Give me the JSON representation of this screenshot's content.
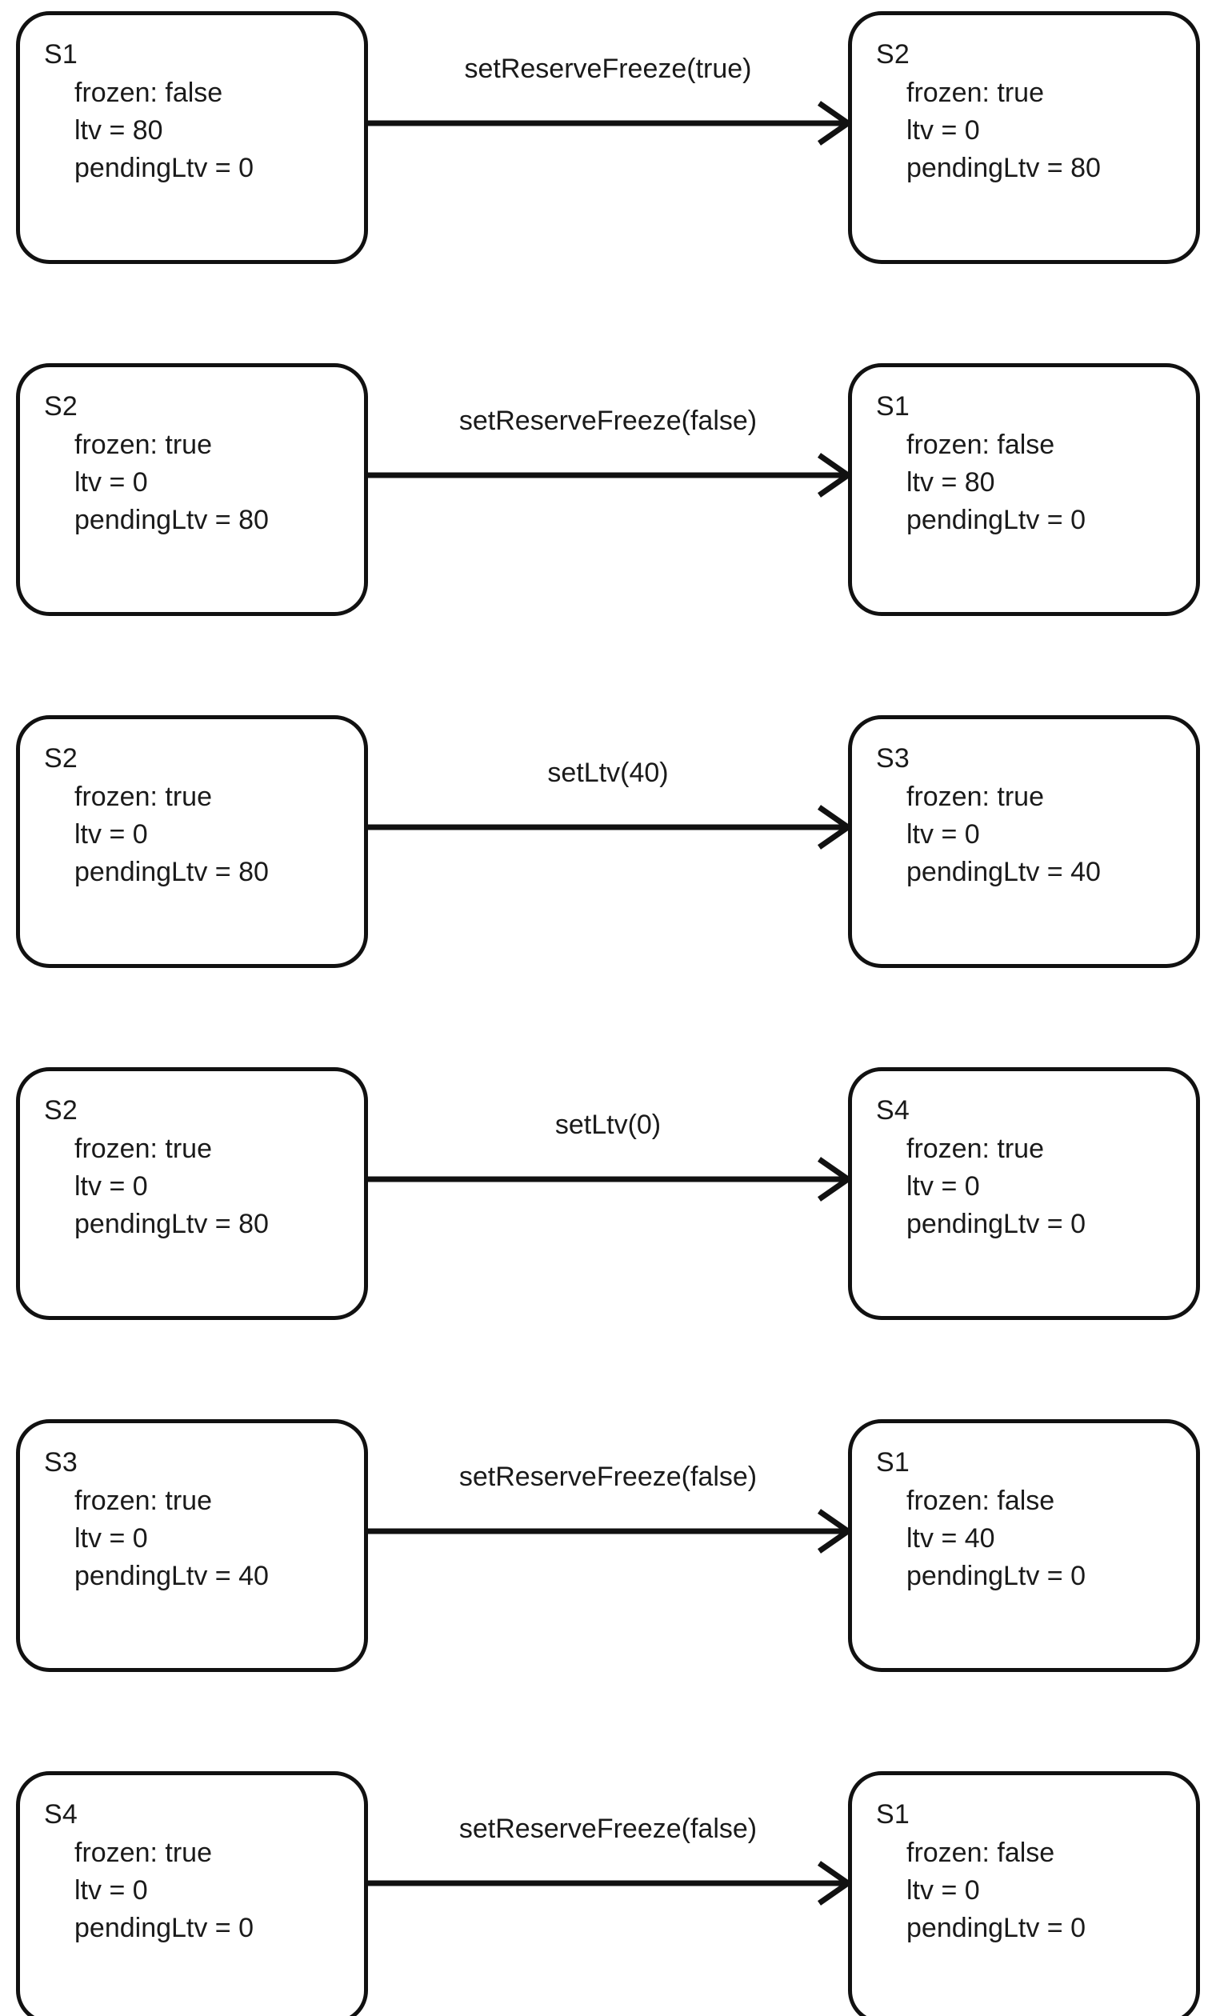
{
  "diagram": {
    "type": "state-transition-diagram",
    "title": "",
    "background_color": "#ffffff",
    "stroke_color": "#111111",
    "text_color": "#1a1a1a",
    "arrowhead_style": "open-v",
    "transitions": [
      {
        "label": "setReserveFreeze(true)",
        "from": {
          "name": "S1",
          "attrs": [
            "frozen: false",
            "ltv = 80",
            "pendingLtv = 0"
          ]
        },
        "to": {
          "name": "S2",
          "attrs": [
            "frozen: true",
            "ltv = 0",
            "pendingLtv = 80"
          ]
        }
      },
      {
        "label": "setReserveFreeze(false)",
        "from": {
          "name": "S2",
          "attrs": [
            "frozen: true",
            "ltv = 0",
            "pendingLtv = 80"
          ]
        },
        "to": {
          "name": "S1",
          "attrs": [
            "frozen: false",
            "ltv = 80",
            "pendingLtv = 0"
          ]
        }
      },
      {
        "label": "setLtv(40)",
        "from": {
          "name": "S2",
          "attrs": [
            "frozen: true",
            "ltv = 0",
            "pendingLtv = 80"
          ]
        },
        "to": {
          "name": "S3",
          "attrs": [
            "frozen: true",
            "ltv = 0",
            "pendingLtv = 40"
          ]
        }
      },
      {
        "label": "setLtv(0)",
        "from": {
          "name": "S2",
          "attrs": [
            "frozen: true",
            "ltv = 0",
            "pendingLtv = 80"
          ]
        },
        "to": {
          "name": "S4",
          "attrs": [
            "frozen: true",
            "ltv = 0",
            "pendingLtv = 0"
          ]
        }
      },
      {
        "label": "setReserveFreeze(false)",
        "from": {
          "name": "S3",
          "attrs": [
            "frozen: true",
            "ltv = 0",
            "pendingLtv = 40"
          ]
        },
        "to": {
          "name": "S1",
          "attrs": [
            "frozen: false",
            "ltv = 40",
            "pendingLtv = 0"
          ]
        }
      },
      {
        "label": "setReserveFreeze(false)",
        "from": {
          "name": "S4",
          "attrs": [
            "frozen: true",
            "ltv = 0",
            "pendingLtv = 0"
          ]
        },
        "to": {
          "name": "S1",
          "attrs": [
            "frozen: false",
            "ltv = 0",
            "pendingLtv = 0"
          ]
        }
      }
    ]
  }
}
